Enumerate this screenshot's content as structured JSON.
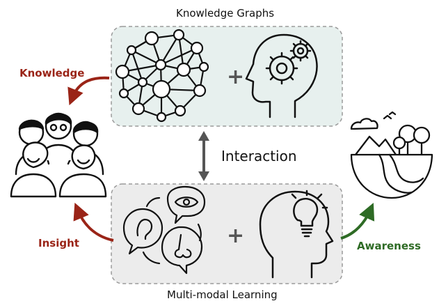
{
  "diagram": {
    "top_box_title": "Knowledge Graphs",
    "bottom_box_title": "Multi-modal Learning",
    "center_label": "Interaction",
    "left_top_label": "Knowledge",
    "left_bottom_label": "Insight",
    "right_label": "Awareness",
    "plus_sign": "+",
    "colors": {
      "left_arrow": "#9a2417",
      "right_arrow": "#2e6b25",
      "top_box_fill": "#e7f0ee",
      "bottom_box_fill": "#ececec",
      "box_border": "#9a9a9a",
      "line": "#111111"
    },
    "icons": {
      "top_left": "network-graph-icon",
      "top_right": "head-gears-icon",
      "bottom_left": "senses-icon",
      "bottom_right": "head-lightbulb-icon",
      "left": "people-group-icon",
      "right": "landscape-icon",
      "center": "double-arrow-icon"
    }
  }
}
